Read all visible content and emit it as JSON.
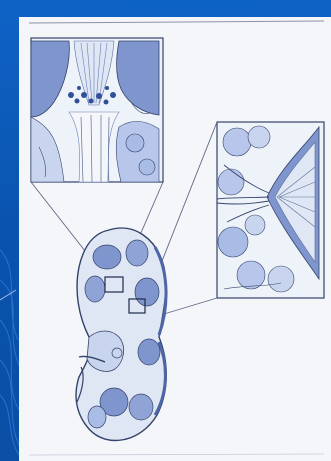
{
  "slide": {
    "background_color": "#0a58b8",
    "figure": {
      "kind": "kidney-anatomy-illustration",
      "parts": [
        "kidney-cross-section",
        "papilla-detail-inset",
        "glomerulus-detail-inset"
      ],
      "colors": {
        "tissue_light": "#c9d5ef",
        "tissue_mid": "#a9bce6",
        "tissue_dark": "#6f89c9",
        "dark_nodes": "#2f4f9a",
        "outline": "#33436a"
      }
    }
  }
}
